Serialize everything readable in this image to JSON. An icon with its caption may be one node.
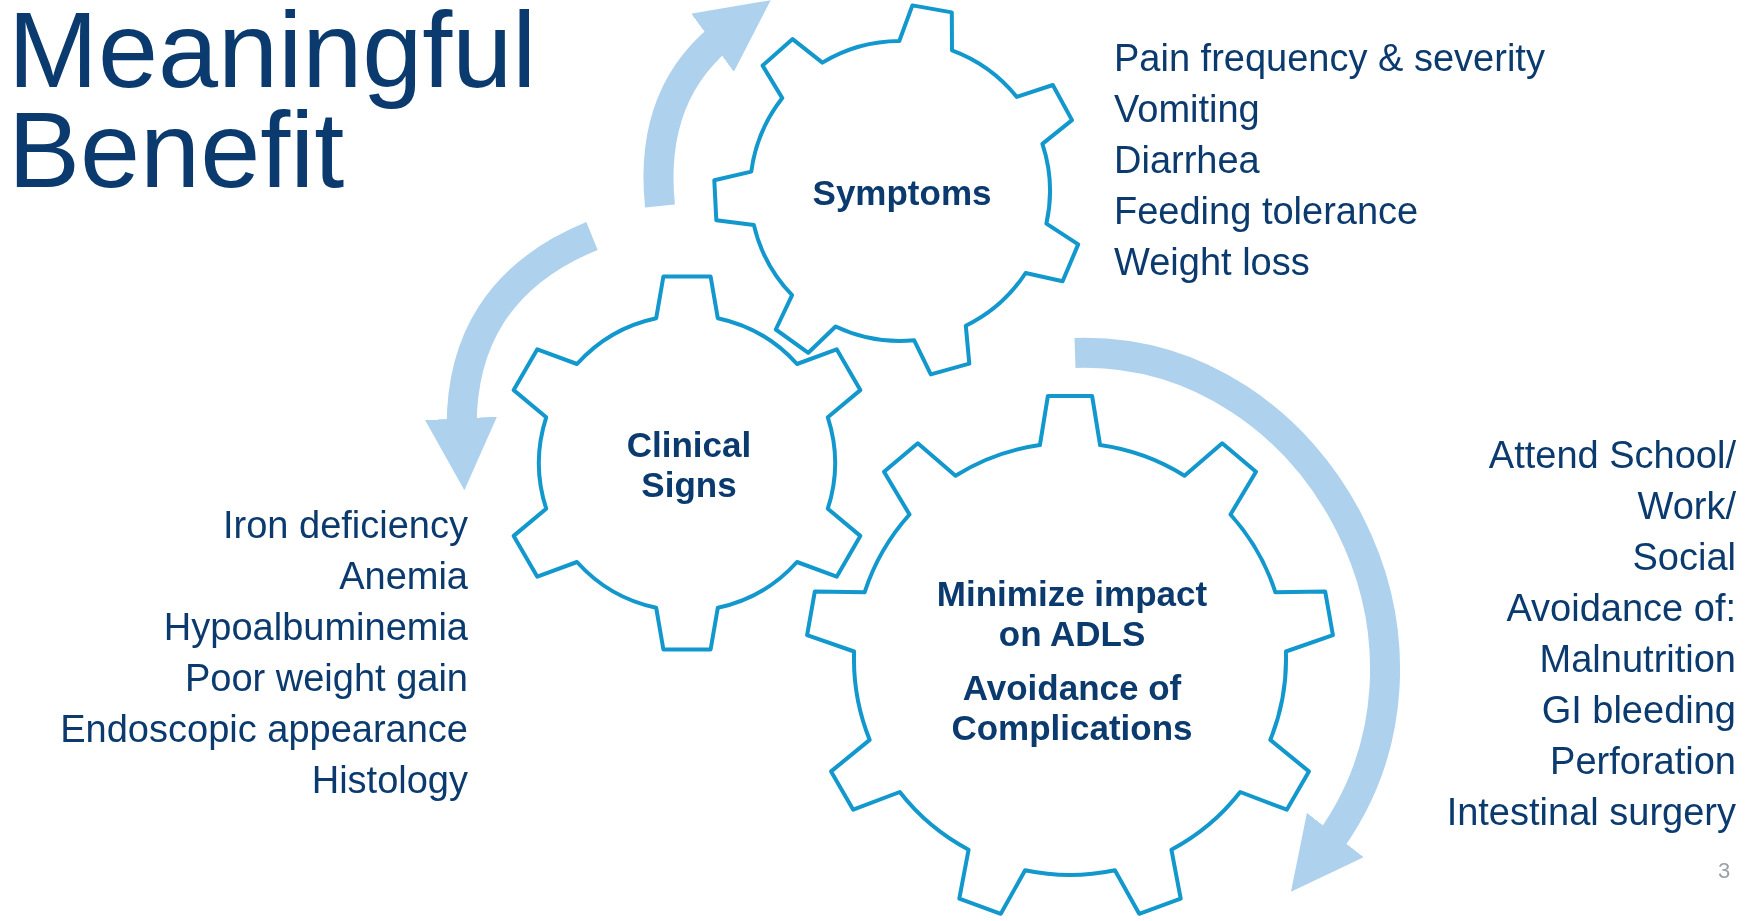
{
  "diagram": {
    "title": "Meaningful Benefit",
    "nodes": [
      {
        "text": [
          "Symptoms"
        ],
        "beside": [
          "Pain frequency & severity",
          "Vomiting",
          "Diarrhea",
          "Feeding tolerance",
          "Weight loss"
        ]
      },
      {
        "text": [
          "Clinical Signs"
        ],
        "beside": [
          "Iron deficiency",
          "Anemia",
          "Hypoalbuminemia",
          "Poor weight gain",
          "Endoscopic appearance",
          "Histology"
        ]
      },
      {
        "text": [
          "Minimize impact on ADLS",
          "Avoidance of Complications"
        ],
        "beside": [
          "Attend School/",
          "Work/",
          "Social",
          "Avoidance of:",
          "Malnutrition",
          "GI bleeding",
          "Perforation",
          "Intestinal surgery"
        ]
      }
    ],
    "labels": [
      "3"
    ]
  }
}
